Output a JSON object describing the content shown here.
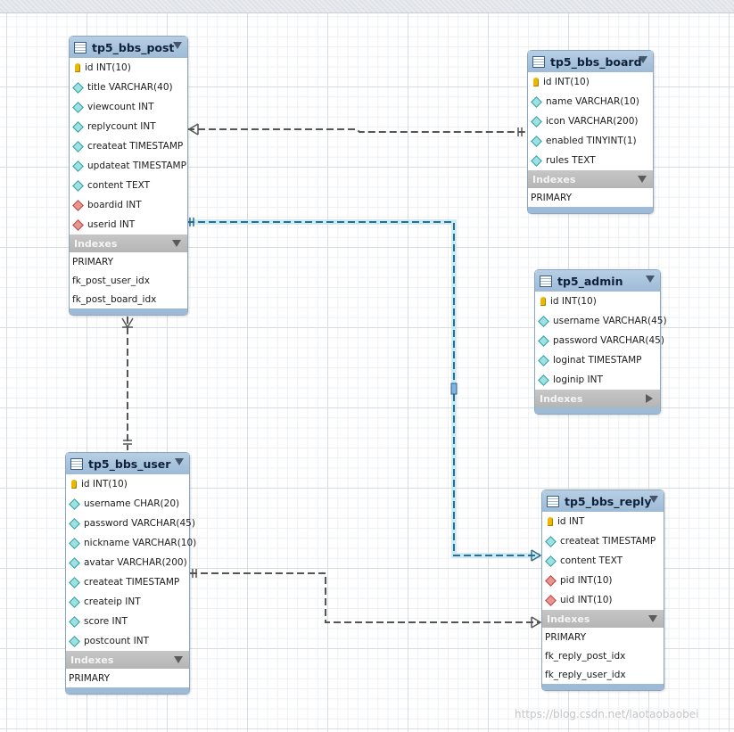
{
  "diagram": {
    "tables": [
      {
        "name": "tp5_bbs_post",
        "columns": [
          {
            "label": "id INT(10)",
            "kind": "pk"
          },
          {
            "label": "title VARCHAR(40)",
            "kind": "col"
          },
          {
            "label": "viewcount INT",
            "kind": "col"
          },
          {
            "label": "replycount INT",
            "kind": "col"
          },
          {
            "label": "createat TIMESTAMP",
            "kind": "col"
          },
          {
            "label": "updateat TIMESTAMP",
            "kind": "col"
          },
          {
            "label": "content TEXT",
            "kind": "col"
          },
          {
            "label": "boardid INT",
            "kind": "fk"
          },
          {
            "label": "userid INT",
            "kind": "fk"
          }
        ],
        "indexes_label": "Indexes",
        "indexes": [
          "PRIMARY",
          "fk_post_user_idx",
          "fk_post_board_idx"
        ],
        "indexes_expanded": true
      },
      {
        "name": "tp5_bbs_board",
        "columns": [
          {
            "label": "id INT(10)",
            "kind": "pk"
          },
          {
            "label": "name VARCHAR(10)",
            "kind": "col"
          },
          {
            "label": "icon VARCHAR(200)",
            "kind": "col"
          },
          {
            "label": "enabled TINYINT(1)",
            "kind": "col"
          },
          {
            "label": "rules TEXT",
            "kind": "col"
          }
        ],
        "indexes_label": "Indexes",
        "indexes": [
          "PRIMARY"
        ],
        "indexes_expanded": true
      },
      {
        "name": "tp5_admin",
        "columns": [
          {
            "label": "id INT(10)",
            "kind": "pk"
          },
          {
            "label": "username VARCHAR(45)",
            "kind": "col"
          },
          {
            "label": "password VARCHAR(45)",
            "kind": "col"
          },
          {
            "label": "loginat TIMESTAMP",
            "kind": "col"
          },
          {
            "label": "loginip INT",
            "kind": "col"
          }
        ],
        "indexes_label": "Indexes",
        "indexes": [],
        "indexes_expanded": false
      },
      {
        "name": "tp5_bbs_user",
        "columns": [
          {
            "label": "id INT(10)",
            "kind": "pk"
          },
          {
            "label": "username CHAR(20)",
            "kind": "col"
          },
          {
            "label": "password VARCHAR(45)",
            "kind": "col"
          },
          {
            "label": "nickname VARCHAR(10)",
            "kind": "col"
          },
          {
            "label": "avatar VARCHAR(200)",
            "kind": "col"
          },
          {
            "label": "createat TIMESTAMP",
            "kind": "col"
          },
          {
            "label": "createip INT",
            "kind": "col"
          },
          {
            "label": "score INT",
            "kind": "col"
          },
          {
            "label": "postcount INT",
            "kind": "col"
          }
        ],
        "indexes_label": "Indexes",
        "indexes": [
          "PRIMARY"
        ],
        "indexes_expanded": true
      },
      {
        "name": "tp5_bbs_reply",
        "columns": [
          {
            "label": "id INT",
            "kind": "pk"
          },
          {
            "label": "createat TIMESTAMP",
            "kind": "col"
          },
          {
            "label": "content TEXT",
            "kind": "col"
          },
          {
            "label": "pid INT(10)",
            "kind": "fk"
          },
          {
            "label": "uid INT(10)",
            "kind": "fk"
          }
        ],
        "indexes_label": "Indexes",
        "indexes": [
          "PRIMARY",
          "fk_reply_post_idx",
          "fk_reply_user_idx"
        ],
        "indexes_expanded": true
      }
    ],
    "relationships": [
      {
        "name": "post-board",
        "from": "tp5_bbs_post",
        "to": "tp5_bbs_board",
        "highlighted": false
      },
      {
        "name": "post-user",
        "from": "tp5_bbs_post",
        "to": "tp5_bbs_user",
        "highlighted": false
      },
      {
        "name": "reply-post",
        "from": "tp5_bbs_reply",
        "to": "tp5_bbs_post",
        "highlighted": true
      },
      {
        "name": "reply-user",
        "from": "tp5_bbs_reply",
        "to": "tp5_bbs_user",
        "highlighted": false
      }
    ]
  },
  "watermark": "https://blog.csdn.net/laotaobaobei",
  "colors": {
    "header": "#9dbad6",
    "connector": "#555555",
    "highlight": "#7fc7e0"
  },
  "icons": {
    "pk": "key-icon",
    "column": "diamond-icon",
    "fk": "red-diamond-icon",
    "table": "table-icon"
  }
}
